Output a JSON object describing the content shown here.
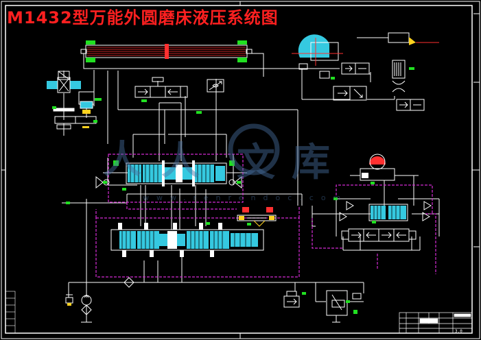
{
  "title": "M1432型万能外圆磨床液压系统图",
  "watermark": {
    "glyphs": [
      "人",
      "人",
      "文",
      "库"
    ],
    "url": "www.renrendoc.com"
  },
  "title_block": {
    "sheet_label": "3.0"
  },
  "colors": {
    "background": "#000000",
    "line": "#ffffff",
    "pilot_line": "#d42bd4",
    "cylinder": "#35c9e0",
    "title": "#ff2020",
    "accent_yellow": "#ffd21f",
    "accent_green": "#21e021",
    "border": "#ffffff"
  }
}
